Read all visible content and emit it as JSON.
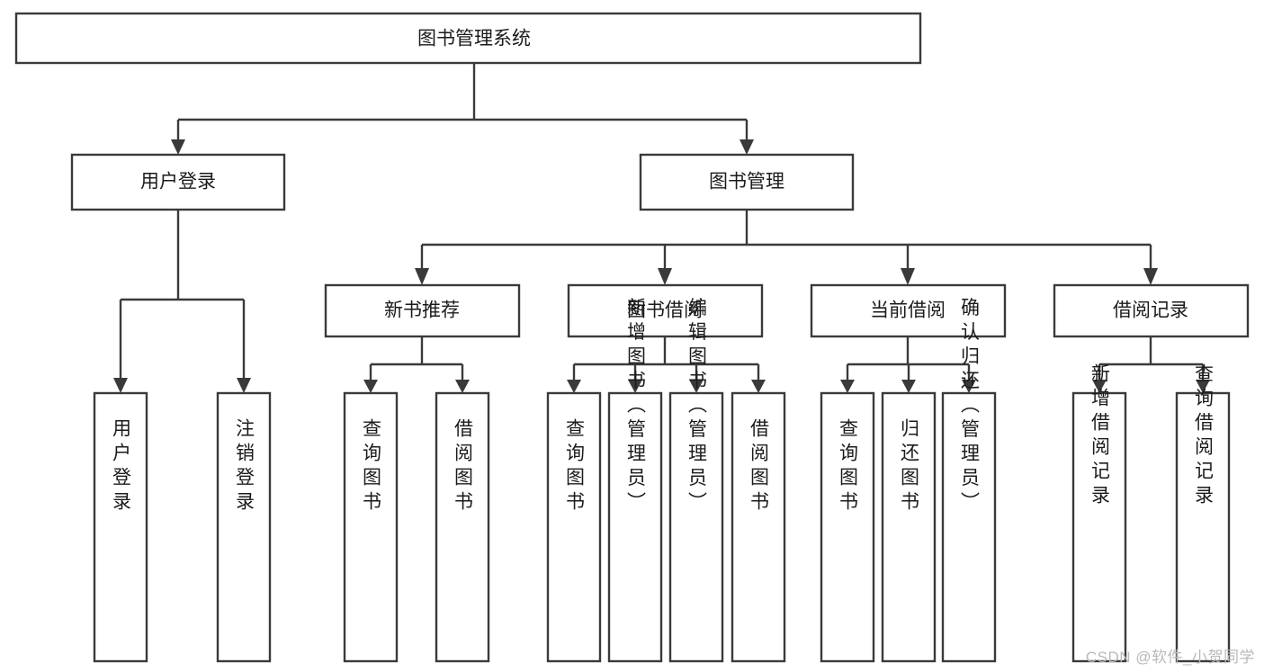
{
  "diagram": {
    "type": "tree-hierarchy",
    "title": "图书管理系统",
    "watermark": "CSDN @软件_小贺同学",
    "colors": {
      "stroke": "#3a3a3a",
      "box_fill": "#ffffff",
      "text": "#1b1b1b",
      "background": "#ffffff",
      "watermark": "#b9b9b9"
    },
    "levels": {
      "root": {
        "label": "图书管理系统"
      },
      "level2": [
        {
          "label": "用户登录"
        },
        {
          "label": "图书管理"
        }
      ],
      "level3": [
        {
          "label": "新书推荐"
        },
        {
          "label": "图书借阅"
        },
        {
          "label": "当前借阅"
        },
        {
          "label": "借阅记录"
        }
      ]
    },
    "nodes": {
      "root": "图书管理系统",
      "user_login": "用户登录",
      "book_manage": "图书管理",
      "new_book_rec": "新书推荐",
      "book_borrow": "图书借阅",
      "current_borrow": "当前借阅",
      "borrow_record": "借阅记录",
      "leaf_user_login": "用户登录",
      "leaf_logout": "注销登录",
      "leaf_query_book_1": "查询图书",
      "leaf_borrow_book_1": "借阅图书",
      "leaf_query_book_2": "查询图书",
      "leaf_add_book_admin": "新增图书（管理员）",
      "leaf_edit_book_admin": "编辑图书（管理员）",
      "leaf_borrow_book_2": "借阅图书",
      "leaf_query_book_3": "查询图书",
      "leaf_return_book": "归还图书",
      "leaf_confirm_return_admin": "确认归还（管理员）",
      "leaf_add_record": "新增借阅记录",
      "leaf_query_record": "查询借阅记录"
    }
  }
}
